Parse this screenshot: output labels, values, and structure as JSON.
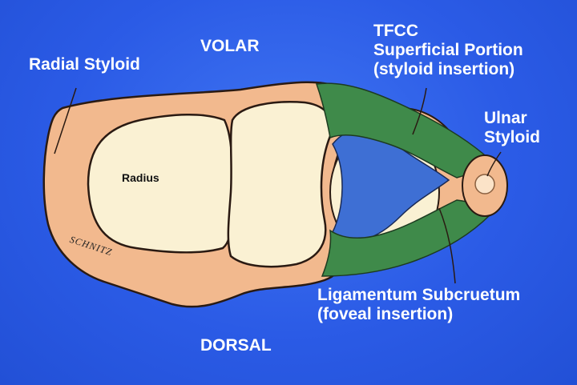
{
  "diagram": {
    "labels": {
      "volar": "VOLAR",
      "dorsal": "DORSAL",
      "radial_styloid": "Radial Styloid",
      "tfcc_line1": "TFCC",
      "tfcc_line2": "Superficial Portion",
      "tfcc_line3": "(styloid insertion)",
      "ulnar_line1": "Ulnar",
      "ulnar_line2": "Styloid",
      "lig_line1": "Ligamentum Subcruetum",
      "lig_line2": "(foveal insertion)",
      "radius": "Radius"
    },
    "signature": "SCHNITZ",
    "colors": {
      "background": "#2b5be6",
      "bone": "#f2b98e",
      "cartilage": "#faf1d3",
      "superficial_ligament": "#3f8a4a",
      "deep_ligament": "#3e6fd4",
      "label_text": "#ffffff"
    }
  }
}
